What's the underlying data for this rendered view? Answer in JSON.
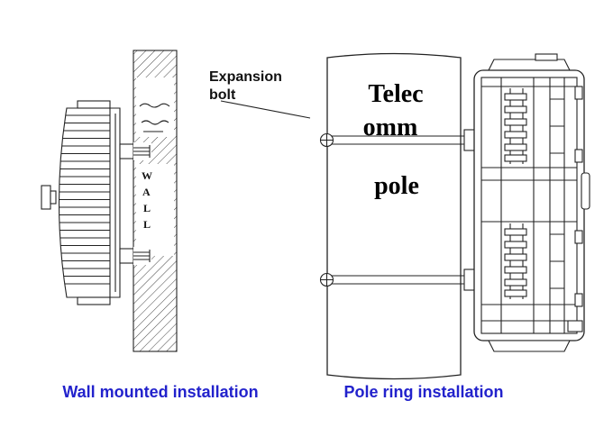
{
  "left_diagram": {
    "caption": "Wall mounted installation",
    "expansion_bolt_label": {
      "line1": "Expansion",
      "line2": "bolt"
    },
    "wall_letters": [
      "W",
      "A",
      "L",
      "L"
    ]
  },
  "right_diagram": {
    "caption": "Pole ring installation",
    "pole_label": {
      "line1": "Telec",
      "line2": "omm",
      "line3": "pole"
    }
  },
  "colors": {
    "caption_blue": "#2222cc"
  }
}
